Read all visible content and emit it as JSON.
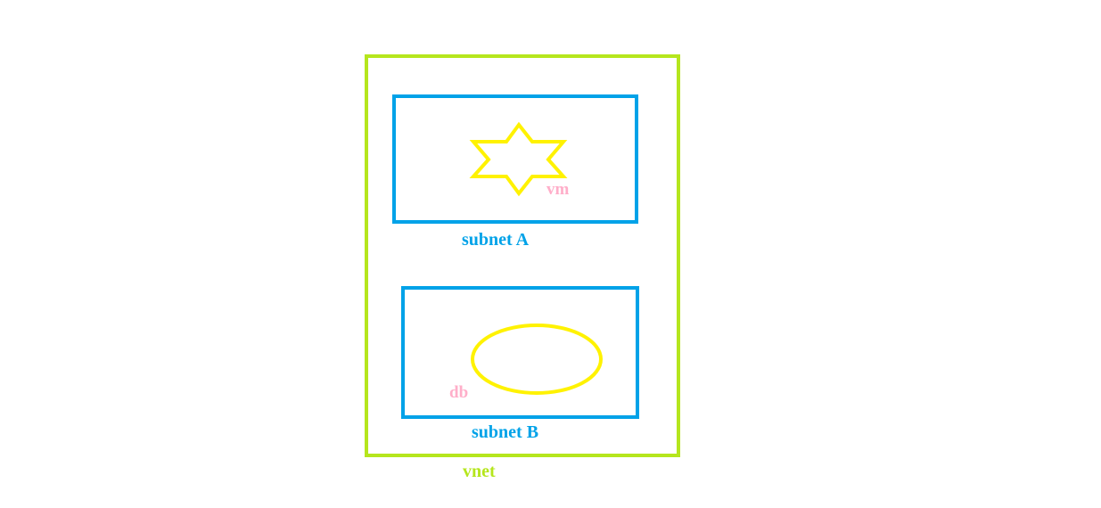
{
  "diagram": {
    "vnet": {
      "label": "vnet"
    },
    "subnets": [
      {
        "label": "subnet A"
      },
      {
        "label": "subnet B"
      }
    ],
    "nodes": [
      {
        "label": "vm",
        "icon": "star-icon"
      },
      {
        "label": "db",
        "icon": "ellipse-icon"
      }
    ]
  },
  "colors": {
    "vnet": "#b5e61d",
    "subnet": "#00a2e8",
    "node_shape": "#fff200",
    "node_label": "#ffaec9"
  }
}
